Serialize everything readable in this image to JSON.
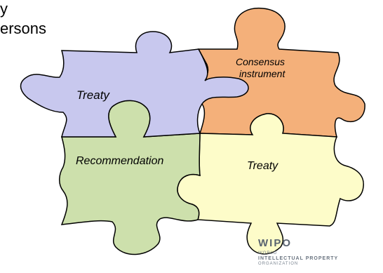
{
  "header_text": {
    "line1": "y",
    "line2": "ersons"
  },
  "pieces": [
    {
      "name": "Treaty",
      "color": "#c8c8ee"
    },
    {
      "name": "Consensus",
      "name2": "instrument",
      "color": "#f4b07a"
    },
    {
      "name": "Recommendation",
      "color": "#cde0ac"
    },
    {
      "name": "Treaty",
      "color": "#fdfcc9"
    }
  ],
  "logo": {
    "title": "WIPO",
    "line1": "WORLD",
    "line2": "INTELLECTUAL PROPERTY",
    "line3": "ORGANIZATION"
  }
}
